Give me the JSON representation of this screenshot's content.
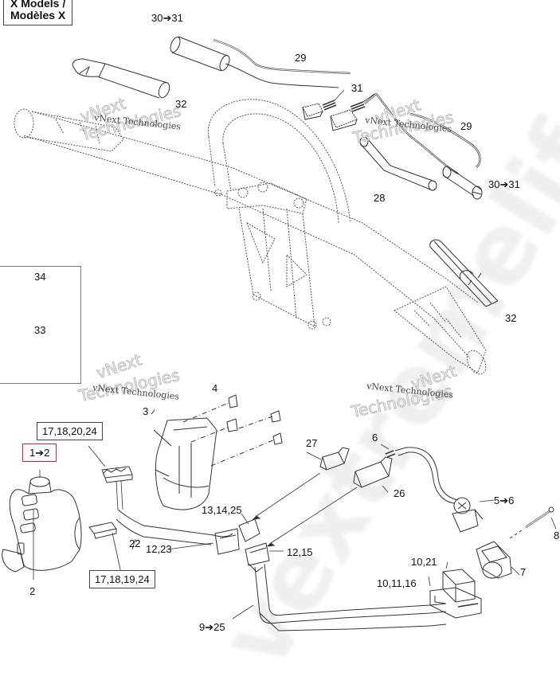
{
  "title": {
    "line1": "X Models /",
    "line2": "Modèles X"
  },
  "callouts": {
    "c30_31_top": "30➔31",
    "c29_top": "29",
    "c32_topleft": "32",
    "c31": "31",
    "c29_right": "29",
    "c28": "28",
    "c30_31_right": "30➔31",
    "c32_right": "32",
    "c34": "34",
    "c33": "33",
    "c4": "4",
    "c3": "3",
    "c17_18_20_24": "17,18,20,24",
    "c1_2": "1➔2",
    "c27": "27",
    "c6": "6",
    "c26": "26",
    "c5_6": "5➔6",
    "c8": "8",
    "c13_14_25": "13,14,25",
    "c12_23": "12,23",
    "c12_15": "12,15",
    "c22": "22",
    "c2": "2",
    "c17_18_19_24": "17,18,19,24",
    "c7": "7",
    "c10_21": "10,21",
    "c10_11_16": "10,11,16",
    "c9_25": "9➔25"
  },
  "watermarks": {
    "vnext": "vNext Technologies",
    "vnext_outline_1": "vNext",
    "vnext_outline_2": "Technologies",
    "site": "vextremelife.ru"
  },
  "colors": {
    "line": "#333333",
    "highlight_box": "#c0303a"
  }
}
